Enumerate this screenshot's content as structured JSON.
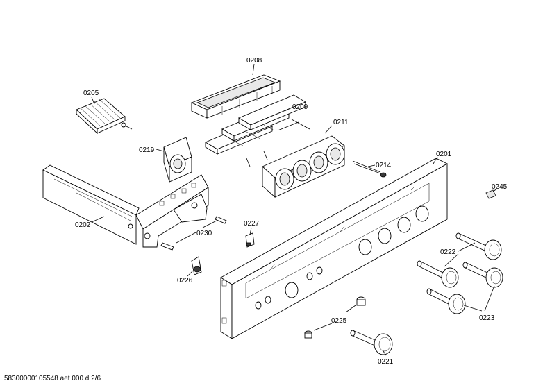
{
  "footer": "58300000105548 aet 000 d 2/6",
  "labels": {
    "l0208": "0208",
    "l0205": "0205",
    "l0209": "0209",
    "l0211": "0211",
    "l0219": "0219",
    "l0214": "0214",
    "l0201": "0201",
    "l0245": "0245",
    "l0202": "0202",
    "l0230": "0230",
    "l0227": "0227",
    "l0222": "0222",
    "l0226": "0226",
    "l0225": "0225",
    "l0223": "0223",
    "l0221": "0221"
  }
}
